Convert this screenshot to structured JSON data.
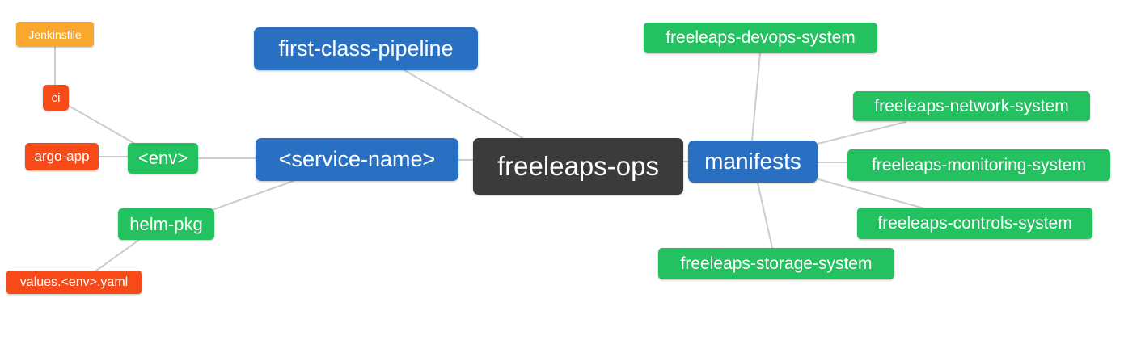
{
  "diagram": {
    "type": "mindmap",
    "root_node": "freeleaps-ops"
  },
  "colors": {
    "root_bg": "#3b3b3b",
    "branch_blue_bg": "#2a70c2",
    "leaf_green_bg": "#23c160",
    "leaf_red_bg": "#f84a18",
    "leaf_orange_bg": "#f9a72d",
    "edge": "#cccccc",
    "node_text": "#ffffff",
    "canvas_bg": "#ffffff"
  },
  "nodes": {
    "jenkinsfile": {
      "label": "Jenkinsfile",
      "color": "#f9a72d"
    },
    "ci": {
      "label": "ci",
      "color": "#f84a18"
    },
    "argo_app": {
      "label": "argo-app",
      "color": "#f84a18"
    },
    "env": {
      "label": "<env>",
      "color": "#23c160"
    },
    "service_name": {
      "label": "<service-name>",
      "color": "#2a70c2"
    },
    "first_class_pipeline": {
      "label": "first-class-pipeline",
      "color": "#2a70c2"
    },
    "root": {
      "label": "freeleaps-ops",
      "color": "#3b3b3b"
    },
    "manifests": {
      "label": "manifests",
      "color": "#2a70c2"
    },
    "devops_system": {
      "label": "freeleaps-devops-system",
      "color": "#23c160"
    },
    "network_system": {
      "label": "freeleaps-network-system",
      "color": "#23c160"
    },
    "monitoring_system": {
      "label": "freeleaps-monitoring-system",
      "color": "#23c160"
    },
    "controls_system": {
      "label": "freeleaps-controls-system",
      "color": "#23c160"
    },
    "storage_system": {
      "label": "freeleaps-storage-system",
      "color": "#23c160"
    },
    "helm_pkg": {
      "label": "helm-pkg",
      "color": "#23c160"
    },
    "values_env_yaml": {
      "label": "values.<env>.yaml",
      "color": "#f84a18"
    }
  },
  "edges": [
    {
      "from": "jenkinsfile",
      "to": "ci"
    },
    {
      "from": "ci",
      "to": "env"
    },
    {
      "from": "argo_app",
      "to": "env"
    },
    {
      "from": "env",
      "to": "service_name"
    },
    {
      "from": "service_name",
      "to": "helm_pkg"
    },
    {
      "from": "values_env_yaml",
      "to": "helm_pkg"
    },
    {
      "from": "first_class_pipeline",
      "to": "root"
    },
    {
      "from": "service_name",
      "to": "root"
    },
    {
      "from": "root",
      "to": "manifests"
    },
    {
      "from": "manifests",
      "to": "devops_system"
    },
    {
      "from": "manifests",
      "to": "network_system"
    },
    {
      "from": "manifests",
      "to": "monitoring_system"
    },
    {
      "from": "manifests",
      "to": "controls_system"
    },
    {
      "from": "manifests",
      "to": "storage_system"
    }
  ]
}
